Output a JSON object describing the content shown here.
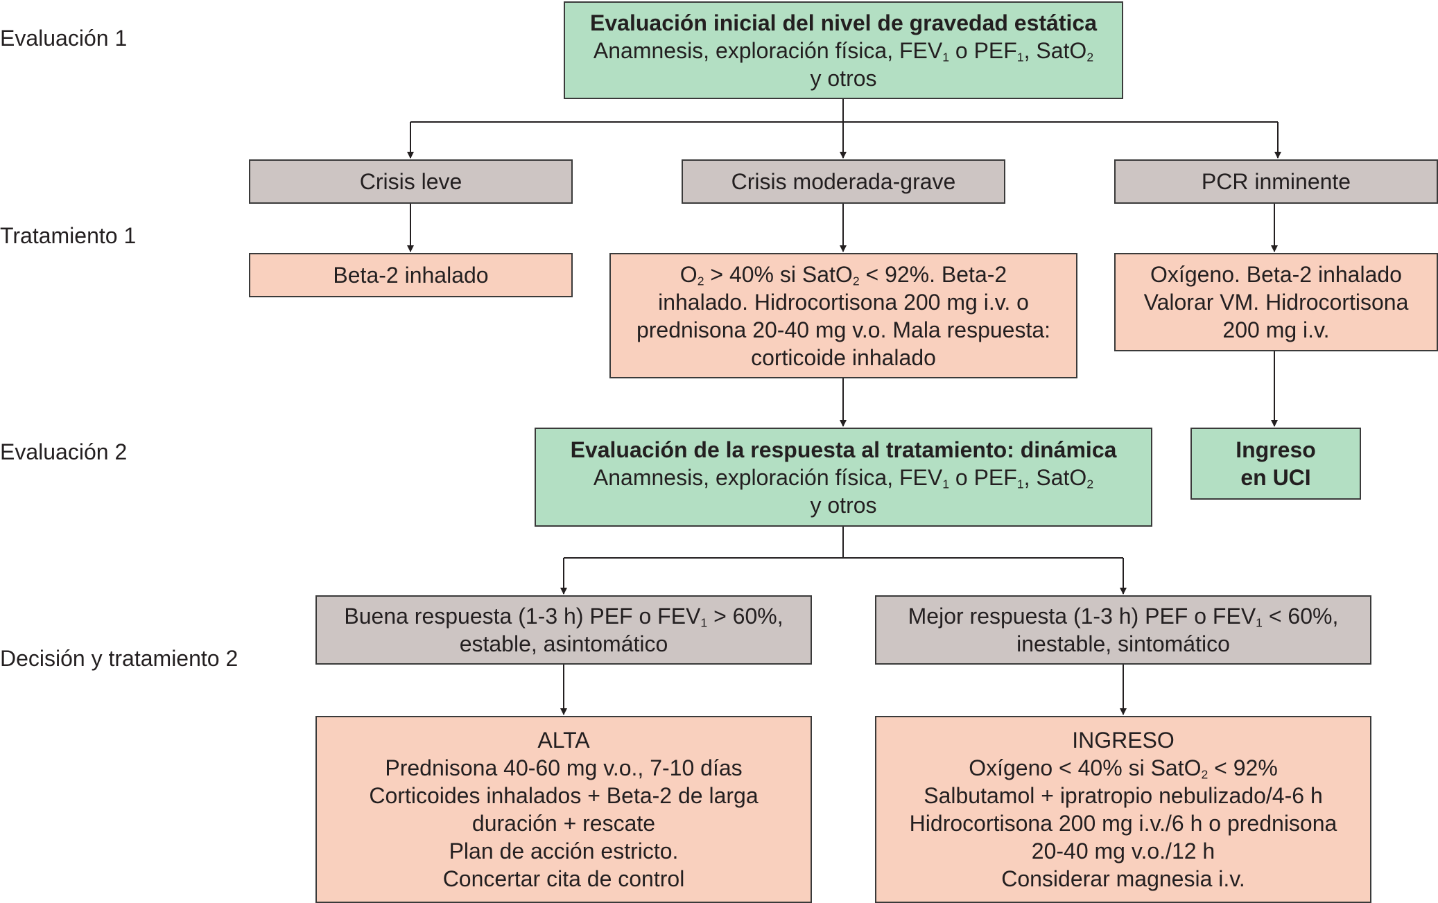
{
  "stages": {
    "evaluacion1": "Evaluación 1",
    "tratamiento1": "Tratamiento 1",
    "evaluacion2": "Evaluación 2",
    "decision2": "Decisión y tratamiento 2"
  },
  "eval_initial": {
    "title": "Evaluación inicial del nivel de gravedad estática",
    "line1": {
      "a": "Anamnesis, exploración física, FEV",
      "sub1": "1",
      "b": " o PEF",
      "sub2": "1",
      "c": ", SatO",
      "sub3": "2"
    },
    "line2": "y otros"
  },
  "severity": {
    "leve": "Crisis leve",
    "moderada": "Crisis moderada-grave",
    "pcr": "PCR inminente"
  },
  "treatment1": {
    "leve": "Beta-2 inhalado",
    "moderada": {
      "line1": {
        "a": "O",
        "sub1": "2",
        "b": " > 40% si SatO",
        "sub2": "2",
        "c": " < 92%. Beta-2"
      },
      "line2": "inhalado. Hidrocortisona 200 mg i.v. o",
      "line3": "prednisona 20-40 mg v.o. Mala respuesta:",
      "line4": "corticoide inhalado"
    },
    "pcr": {
      "line1": "Oxígeno. Beta-2 inhalado",
      "line2": "Valorar VM. Hidrocortisona",
      "line3": "200 mg i.v."
    }
  },
  "eval_response": {
    "title": "Evaluación de la respuesta al tratamiento: dinámica",
    "line1": {
      "a": "Anamnesis, exploración física, FEV",
      "sub1": "1",
      "b": " o PEF",
      "sub2": "1",
      "c": ", SatO",
      "sub3": "2"
    },
    "line2": "y otros"
  },
  "uci": {
    "line1": "Ingreso",
    "line2": "en UCI"
  },
  "responses": {
    "buena": {
      "line1": {
        "a": "Buena respuesta (1-3 h) PEF o FEV",
        "sub": "1",
        "b": " > 60%,"
      },
      "line2": "estable, asintomático"
    },
    "mejor": {
      "line1": {
        "a": "Mejor respuesta (1-3 h) PEF o FEV",
        "sub": "1",
        "b": " < 60%,"
      },
      "line2": "inestable, sintomático"
    }
  },
  "alta": {
    "title": "ALTA",
    "lines": [
      "Prednisona 40-60 mg v.o., 7-10 días",
      "Corticoides inhalados + Beta-2 de larga",
      "duración + rescate",
      "Plan de acción estricto.",
      "Concertar cita de control"
    ]
  },
  "ingreso": {
    "title": "INGRESO",
    "line1": {
      "a": "Oxígeno < 40% si SatO",
      "sub": "2",
      "b": " < 92%"
    },
    "lines": [
      "Salbutamol + ipratropio nebulizado/4-6 h",
      "Hidrocortisona 200 mg i.v./6 h o prednisona",
      "20-40 mg v.o./12 h",
      "Considerar magnesia i.v."
    ]
  },
  "colors": {
    "evaluation": "#b3dfc3",
    "severity": "#cdc5c3",
    "treatment": "#f9d0be",
    "border": "#3a3a3a",
    "connector": "#231f20"
  }
}
